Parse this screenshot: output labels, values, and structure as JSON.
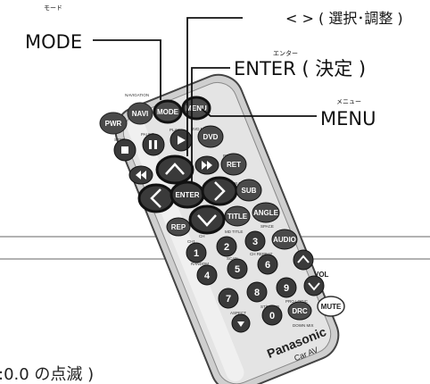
{
  "labels": {
    "mode_ruby": "モード",
    "mode": "MODE",
    "arrows": "< > ( 選択･調整 )",
    "enter_ruby": "エンター",
    "enter": "ENTER ( 決定 )",
    "menu_ruby": "メニュー",
    "menu": "MENU"
  },
  "remote": {
    "brand": "Panasonic",
    "brand_sub": "Car AV",
    "buttons": {
      "pwr": "PWR",
      "navi": "NAVI",
      "mode": "MODE",
      "menu": "MENU",
      "dvd": "DVD",
      "ret": "RET",
      "enter": "ENTER",
      "sub": "SUB",
      "rep": "REP",
      "title": "TITLE",
      "angle": "ANGLE",
      "audio": "AUDIO",
      "drc": "DRC",
      "mute": "MUTE",
      "vol": "VOL"
    },
    "small_labels": {
      "navigation": "NAVIGATION",
      "stop": "STOP",
      "pause": "PAUSE",
      "play": "PLAY",
      "dvd_menu": "DVD MENU",
      "return": "RETURN",
      "sub_title": "SUB TITLE",
      "ch": "CH",
      "ch1": "CH1",
      "md_title": "MD TITLE",
      "space": "SPACE",
      "random": "RANDOM",
      "scan": "SCAN",
      "ch_repeat": "CH REPEAT",
      "aspect": "ASPECT",
      "stmono": "ST/MONO",
      "pro_logic": "PRO LOGIC",
      "down_mix": "DOWN MIX"
    },
    "numbers": [
      "1",
      "2",
      "3",
      "4",
      "5",
      "6",
      "7",
      "8",
      "9",
      "0"
    ]
  },
  "bottom_text": ":0.0 の点滅 )"
}
